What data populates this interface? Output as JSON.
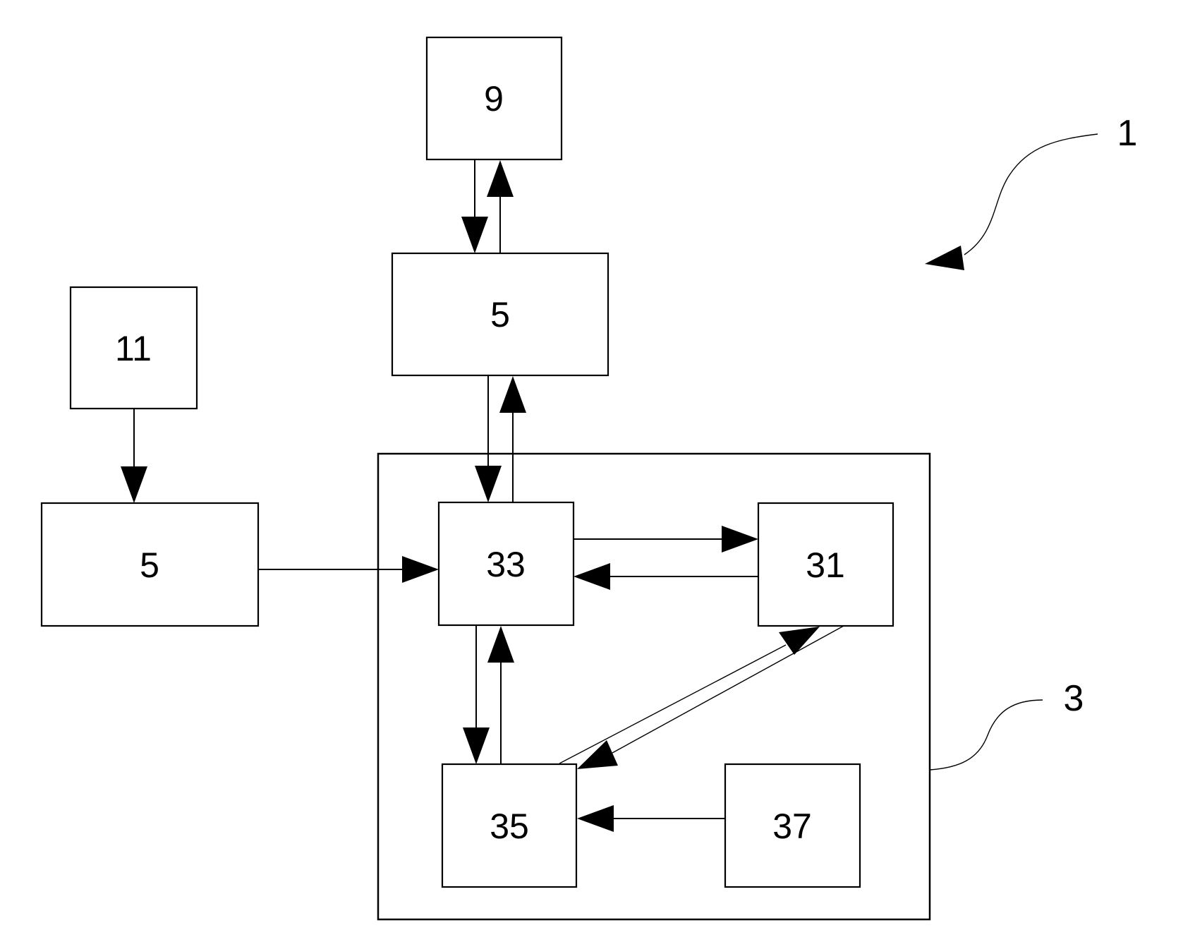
{
  "figure": {
    "type": "block-diagram",
    "background_color": "#ffffff",
    "line_color": "#000000",
    "nodes": [
      {
        "id": "box-9",
        "label": "9"
      },
      {
        "id": "box-5-top",
        "label": "5"
      },
      {
        "id": "box-11",
        "label": "11"
      },
      {
        "id": "box-5-left",
        "label": "5"
      },
      {
        "id": "box-33",
        "label": "33"
      },
      {
        "id": "box-31",
        "label": "31"
      },
      {
        "id": "box-35",
        "label": "35"
      },
      {
        "id": "box-37",
        "label": "37"
      }
    ],
    "container": {
      "id": "container-3",
      "contains": [
        "box-33",
        "box-31",
        "box-35",
        "box-37"
      ]
    },
    "ref_labels": [
      {
        "id": "ref-1",
        "label": "1"
      },
      {
        "id": "ref-3",
        "label": "3"
      }
    ],
    "edges": [
      {
        "from": "box-9",
        "to": "box-5-top",
        "style": "arrow"
      },
      {
        "from": "box-5-top",
        "to": "box-9",
        "style": "arrow"
      },
      {
        "from": "box-5-top",
        "to": "box-33",
        "style": "arrow"
      },
      {
        "from": "box-33",
        "to": "box-5-top",
        "style": "arrow"
      },
      {
        "from": "box-11",
        "to": "box-5-left",
        "style": "arrow"
      },
      {
        "from": "box-5-left",
        "to": "box-33",
        "style": "arrow"
      },
      {
        "from": "box-33",
        "to": "box-31",
        "style": "arrow"
      },
      {
        "from": "box-31",
        "to": "box-33",
        "style": "arrow"
      },
      {
        "from": "box-33",
        "to": "box-35",
        "style": "arrow"
      },
      {
        "from": "box-35",
        "to": "box-33",
        "style": "arrow"
      },
      {
        "from": "box-35",
        "to": "box-31",
        "style": "arrow-diagonal"
      },
      {
        "from": "box-31",
        "to": "box-35",
        "style": "arrow-diagonal"
      },
      {
        "from": "box-37",
        "to": "box-35",
        "style": "arrow"
      }
    ]
  }
}
